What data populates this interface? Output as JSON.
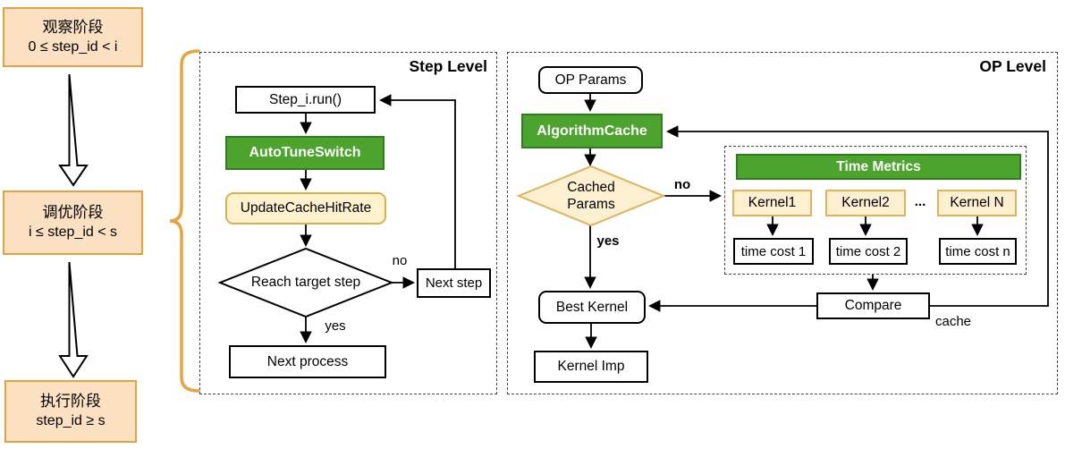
{
  "colors": {
    "green_fill": "#4ca32d",
    "green_border": "#2e7d1e",
    "cream_fill": "#fcf0d0",
    "cream_border": "#dfb35a",
    "yellow_fill": "#fff2cc",
    "yellow_border": "#d9b14b",
    "peach_fill": "#fbe0c2",
    "peach_border": "#e8a23d",
    "brace": "#e8a33d"
  },
  "phases": {
    "observe": {
      "title": "观察阶段",
      "formula": "0 ≤ step_id < i"
    },
    "tune": {
      "title": "调优阶段",
      "formula": "i ≤ step_id < s"
    },
    "execute": {
      "title": "执行阶段",
      "formula": "step_id ≥ s"
    }
  },
  "step_level": {
    "title": "Step Level",
    "step_run": "Step_i.run()",
    "autotune_switch": "AutoTuneSwitch",
    "update_cache_hit_rate": "UpdateCacheHitRate",
    "decision": "Reach target step",
    "no_label": "no",
    "yes_label": "yes",
    "next_step": "Next step",
    "next_process": "Next process"
  },
  "op_level": {
    "title": "OP Level",
    "op_params": "OP Params",
    "algorithm_cache": "AlgorithmCache",
    "decision_line1": "Cached",
    "decision_line2": "Params",
    "no_label": "no",
    "yes_label": "yes",
    "time_metrics": "Time Metrics",
    "kernels": [
      "Kernel1",
      "Kernel2",
      "Kernel N"
    ],
    "ellipsis": "...",
    "time_costs": [
      "time cost 1",
      "time cost 2",
      "time cost n"
    ],
    "best_kernel": "Best Kernel",
    "kernel_imp": "Kernel Imp",
    "compare": "Compare",
    "cache_label": "cache"
  }
}
